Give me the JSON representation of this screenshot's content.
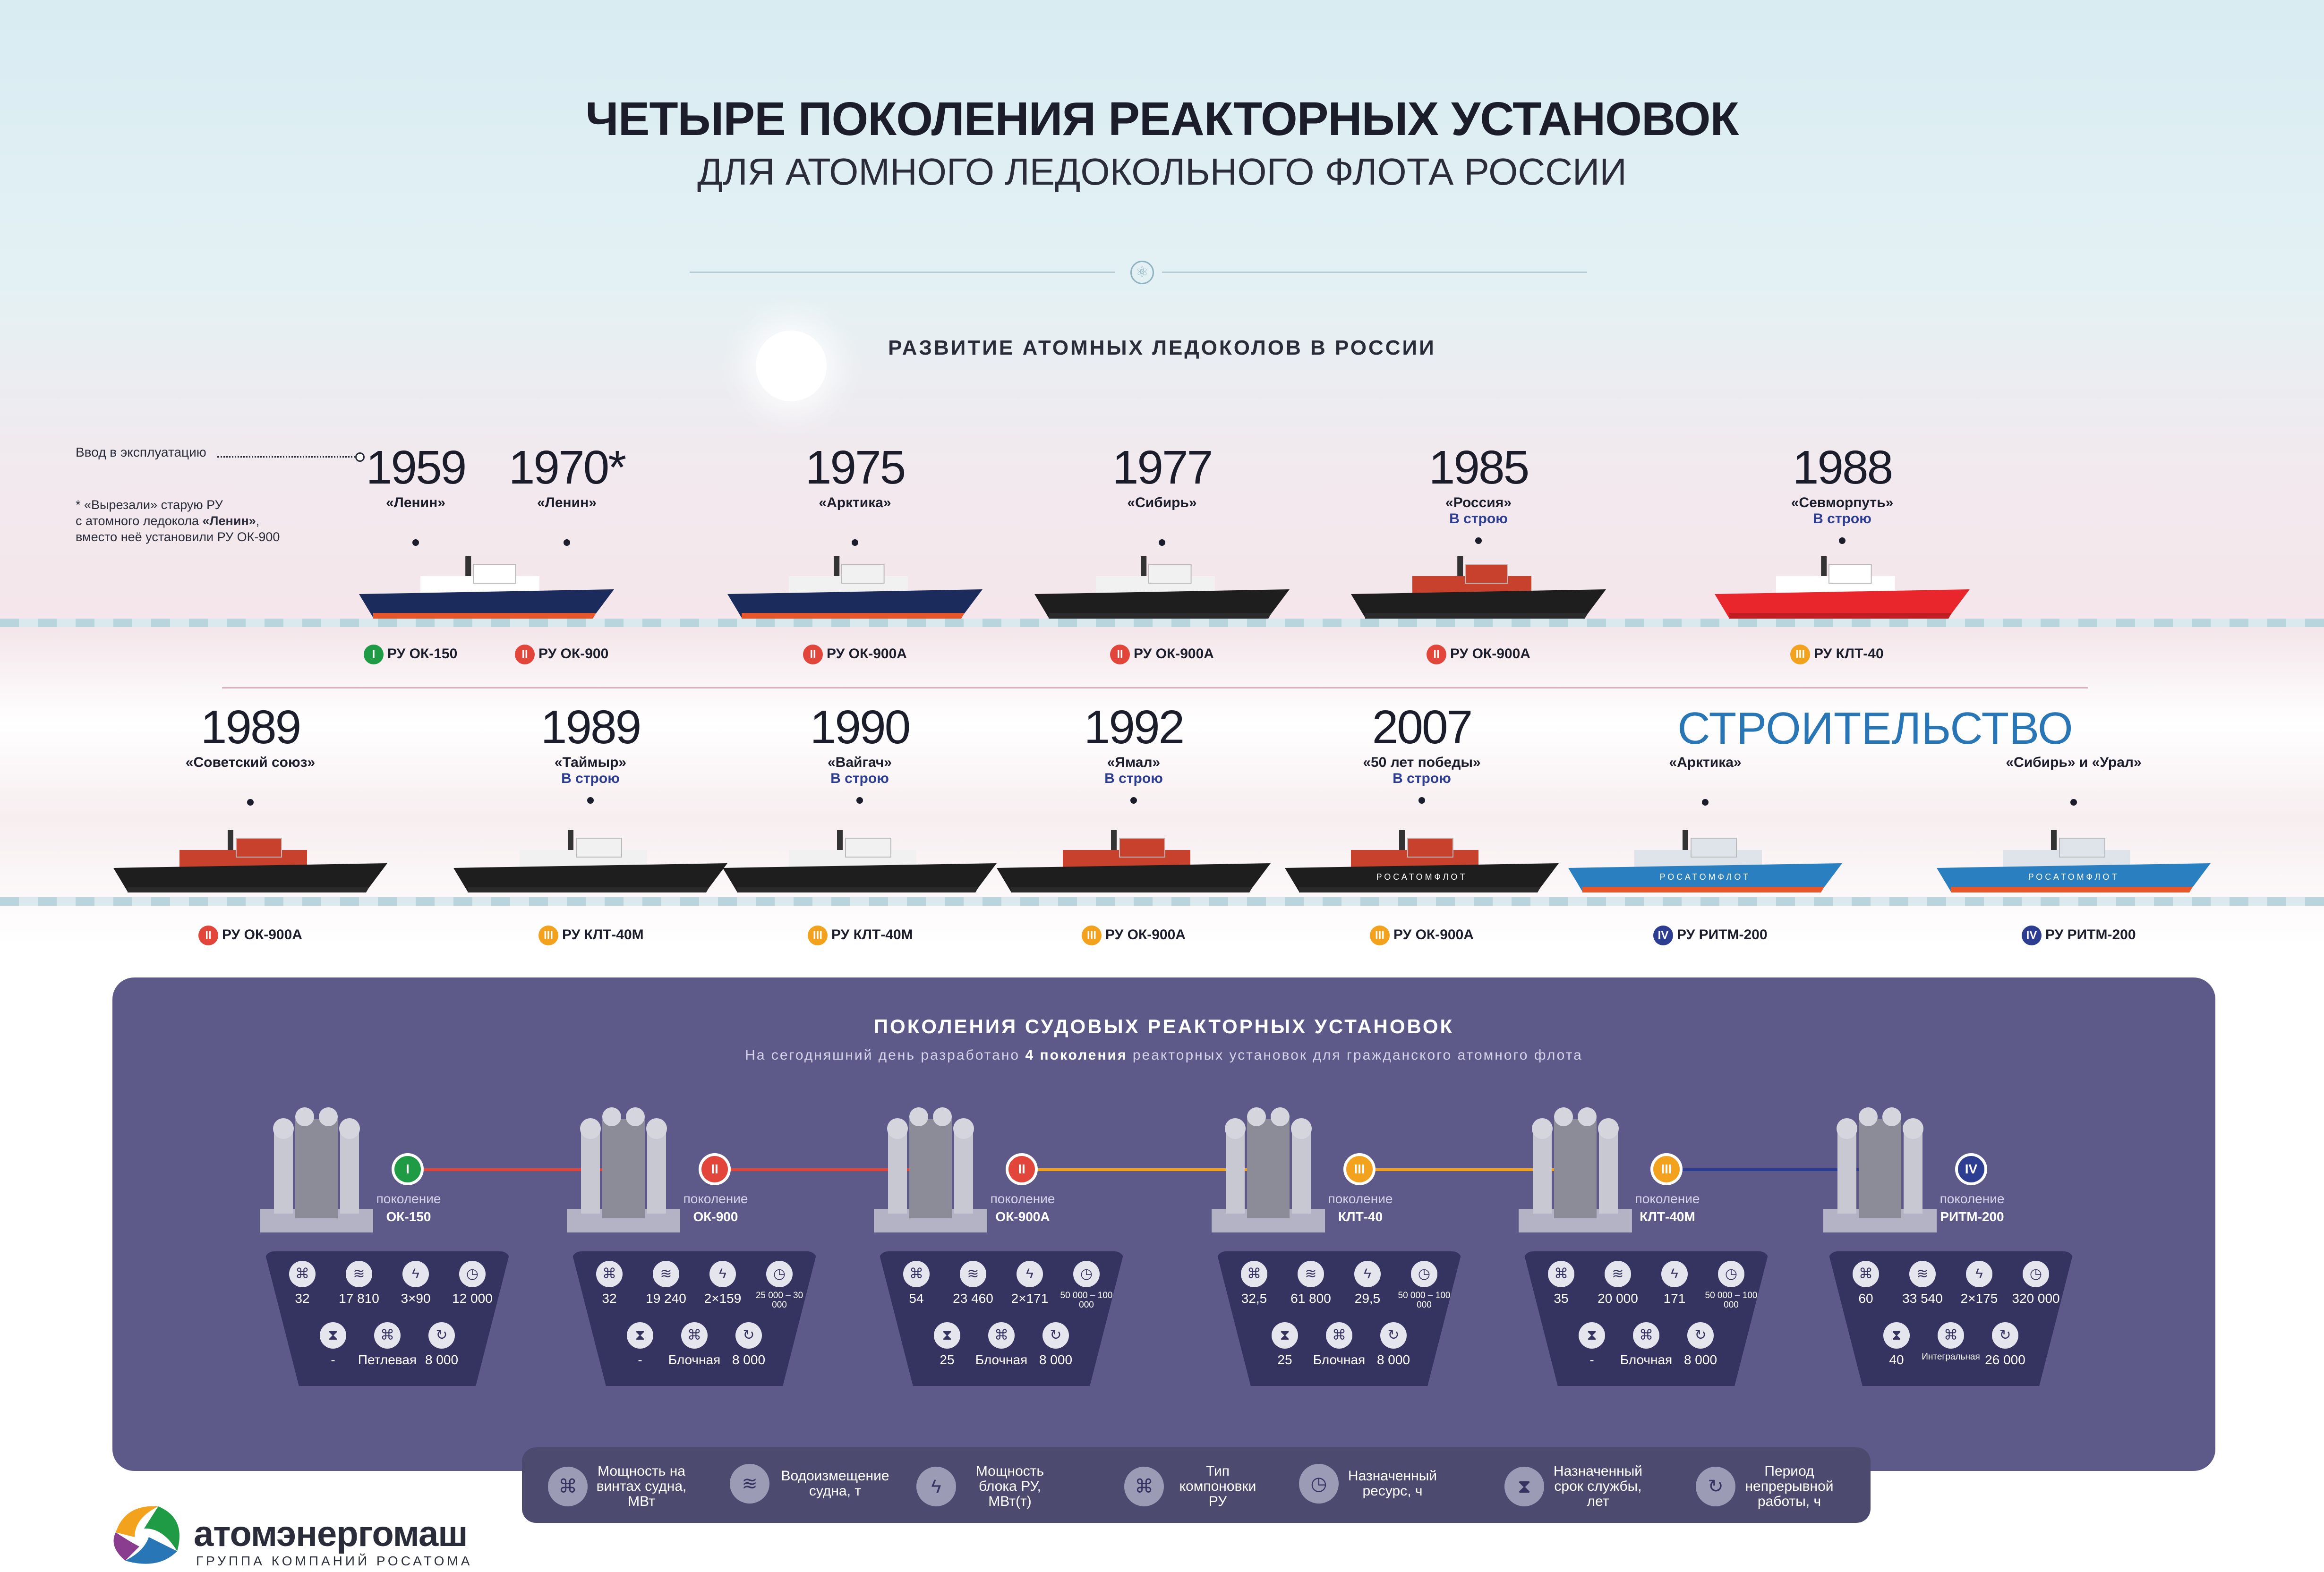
{
  "header": {
    "title": "ЧЕТЫРЕ ПОКОЛЕНИЯ РЕАКТОРНЫХ УСТАНОВОК",
    "subtitle": "ДЛЯ АТОМНОГО ЛЕДОКОЛЬНОГО ФЛОТА РОССИИ"
  },
  "timeline": {
    "title": "РАЗВИТИЕ АТОМНЫХ ЛЕДОКОЛОВ В РОССИИ",
    "legend": "Ввод в эксплуатацию",
    "note_parts": [
      "* «Вырезали» старую РУ",
      "с атомного ледокола ",
      "«Ленин»",
      ",",
      "вместо неё установили РУ ОК-900"
    ],
    "construction": "СТРОИТЕЛЬСТВО"
  },
  "ships_row1": [
    {
      "year": "1959",
      "name": "«Ленин»",
      "status": "",
      "ru": "РУ ОК-150",
      "gen": "I",
      "gclass": "b1",
      "hull": "#1b2b5b",
      "deck": "#ffffff",
      "bottom": "#e7572c"
    },
    {
      "year": "1970*",
      "name": "«Ленин»",
      "status": "",
      "ru": "РУ ОК-900",
      "gen": "II",
      "gclass": "b2",
      "hull": "",
      "deck": "",
      "bottom": ""
    },
    {
      "year": "1975",
      "name": "«Арктика»",
      "status": "",
      "ru": "РУ ОК-900А",
      "gen": "II",
      "gclass": "b2",
      "hull": "#1b2b5b",
      "deck": "#f1f1f1",
      "bottom": "#e7572c"
    },
    {
      "year": "1977",
      "name": "«Сибирь»",
      "status": "",
      "ru": "РУ ОК-900А",
      "gen": "II",
      "gclass": "b2",
      "hull": "#1e1e1e",
      "deck": "#f1f1f1",
      "bottom": "#2a2a2a"
    },
    {
      "year": "1985",
      "name": "«Россия»",
      "status": "В строю",
      "ru": "РУ ОК-900А",
      "gen": "II",
      "gclass": "b2",
      "hull": "#1e1e1e",
      "deck": "#c7412d",
      "bottom": "#2a2a2a"
    },
    {
      "year": "1988",
      "name": "«Севморпуть»",
      "status": "В строю",
      "ru": "РУ КЛТ-40",
      "gen": "III",
      "gclass": "b3",
      "hull": "#e8262b",
      "deck": "#ffffff",
      "bottom": "#c01e22"
    }
  ],
  "ships_row2": [
    {
      "year": "1989",
      "name": "«Советский союз»",
      "status": "",
      "ru": "РУ ОК-900А",
      "gen": "II",
      "gclass": "b2",
      "hull": "#1e1e1e",
      "deck": "#c7412d",
      "bottom": "#2a2a2a",
      "brand": ""
    },
    {
      "year": "1989",
      "name": "«Таймыр»",
      "status": "В строю",
      "ru": "РУ КЛТ-40М",
      "gen": "III",
      "gclass": "b3",
      "hull": "#1e1e1e",
      "deck": "#f1f1f1",
      "bottom": "#2a2a2a",
      "brand": ""
    },
    {
      "year": "1990",
      "name": "«Вайгач»",
      "status": "В строю",
      "ru": "РУ КЛТ-40М",
      "gen": "III",
      "gclass": "b3",
      "hull": "#1e1e1e",
      "deck": "#f1f1f1",
      "bottom": "#2a2a2a",
      "brand": ""
    },
    {
      "year": "1992",
      "name": "«Ямал»",
      "status": "В строю",
      "ru": "РУ ОК-900А",
      "gen": "III",
      "gclass": "b3",
      "hull": "#1e1e1e",
      "deck": "#c7412d",
      "bottom": "#2a2a2a",
      "brand": ""
    },
    {
      "year": "2007",
      "name": "«50 лет победы»",
      "status": "В строю",
      "ru": "РУ ОК-900А",
      "gen": "III",
      "gclass": "b3",
      "hull": "#1e1e1e",
      "deck": "#c7412d",
      "bottom": "#2a2a2a",
      "brand": "РОСАТОМФЛОТ"
    },
    {
      "year": "",
      "name": "«Арктика»",
      "status": "",
      "ru": "РУ РИТМ-200",
      "gen": "IV",
      "gclass": "b4",
      "hull": "#2a7fc1",
      "deck": "#dfe3ea",
      "bottom": "#e7572c",
      "brand": "РОСАТОМФЛОТ"
    },
    {
      "year": "",
      "name": "«Сибирь» и «Урал»",
      "status": "",
      "ru": "РУ РИТМ-200",
      "gen": "IV",
      "gclass": "b4",
      "hull": "#2a7fc1",
      "deck": "#dfe3ea",
      "bottom": "#e7572c",
      "brand": "РОСАТОМФЛОТ"
    }
  ],
  "generations": {
    "title": "ПОКОЛЕНИЯ СУДОВЫХ РЕАКТОРНЫХ УСТАНОВОК",
    "subtitle_pre": "На сегодняшний день разработано ",
    "subtitle_bold": "4 поколения",
    "subtitle_post": " реакторных установок  для гражданского атомного флота",
    "items": [
      {
        "gen": "I",
        "gclass": "b1",
        "label": "поколение",
        "model": "ОК-150",
        "v": [
          "32",
          "17 810",
          "3×90",
          "12 000",
          "-",
          "Петлевая",
          "8 000"
        ]
      },
      {
        "gen": "II",
        "gclass": "b2",
        "label": "поколение",
        "model": "ОК-900",
        "v": [
          "32",
          "19 240",
          "2×159",
          "25 000 – 30 000",
          "-",
          "Блочная",
          "8 000"
        ]
      },
      {
        "gen": "II",
        "gclass": "b2",
        "label": "поколение",
        "model": "ОК-900А",
        "v": [
          "54",
          "23 460",
          "2×171",
          "50 000 – 100 000",
          "25",
          "Блочная",
          "8 000"
        ]
      },
      {
        "gen": "III",
        "gclass": "b3",
        "label": "поколение",
        "model": "КЛТ-40",
        "v": [
          "32,5",
          "61 800",
          "29,5",
          "50 000 – 100 000",
          "25",
          "Блочная",
          "8 000"
        ]
      },
      {
        "gen": "III",
        "gclass": "b3",
        "label": "поколение",
        "model": "КЛТ-40М",
        "v": [
          "35",
          "20 000",
          "171",
          "50 000 – 100 000",
          "-",
          "Блочная",
          "8 000"
        ]
      },
      {
        "gen": "IV",
        "gclass": "b4",
        "label": "поколение",
        "model": "РИТМ-200",
        "v": [
          "60",
          "33 540",
          "2×175",
          "320 000",
          "40",
          "Интегральная",
          "26 000"
        ]
      }
    ]
  },
  "legend": [
    {
      "icon": "propeller-icon",
      "glyph": "⌘",
      "text": "Мощность на винтах судна, МВт"
    },
    {
      "icon": "waves-icon",
      "glyph": "≋",
      "text": "Водоизмещение судна, т"
    },
    {
      "icon": "lightning-icon",
      "glyph": "ϟ",
      "text": "Мощность блока РУ, МВт(т)"
    },
    {
      "icon": "layout-icon",
      "glyph": "⌘",
      "text": "Тип компоновки РУ"
    },
    {
      "icon": "clock-icon",
      "glyph": "◷",
      "text": "Назначенный ресурс, ч"
    },
    {
      "icon": "hourglass-icon",
      "glyph": "⧗",
      "text": "Назначенный срок службы, лет"
    },
    {
      "icon": "cycle-icon",
      "glyph": "↻",
      "text": "Период непрерывной работы, ч"
    }
  ],
  "brand": {
    "name": "атомэнергомаш",
    "tagline": "ГРУППА КОМПАНИЙ РОСАТОМА"
  }
}
